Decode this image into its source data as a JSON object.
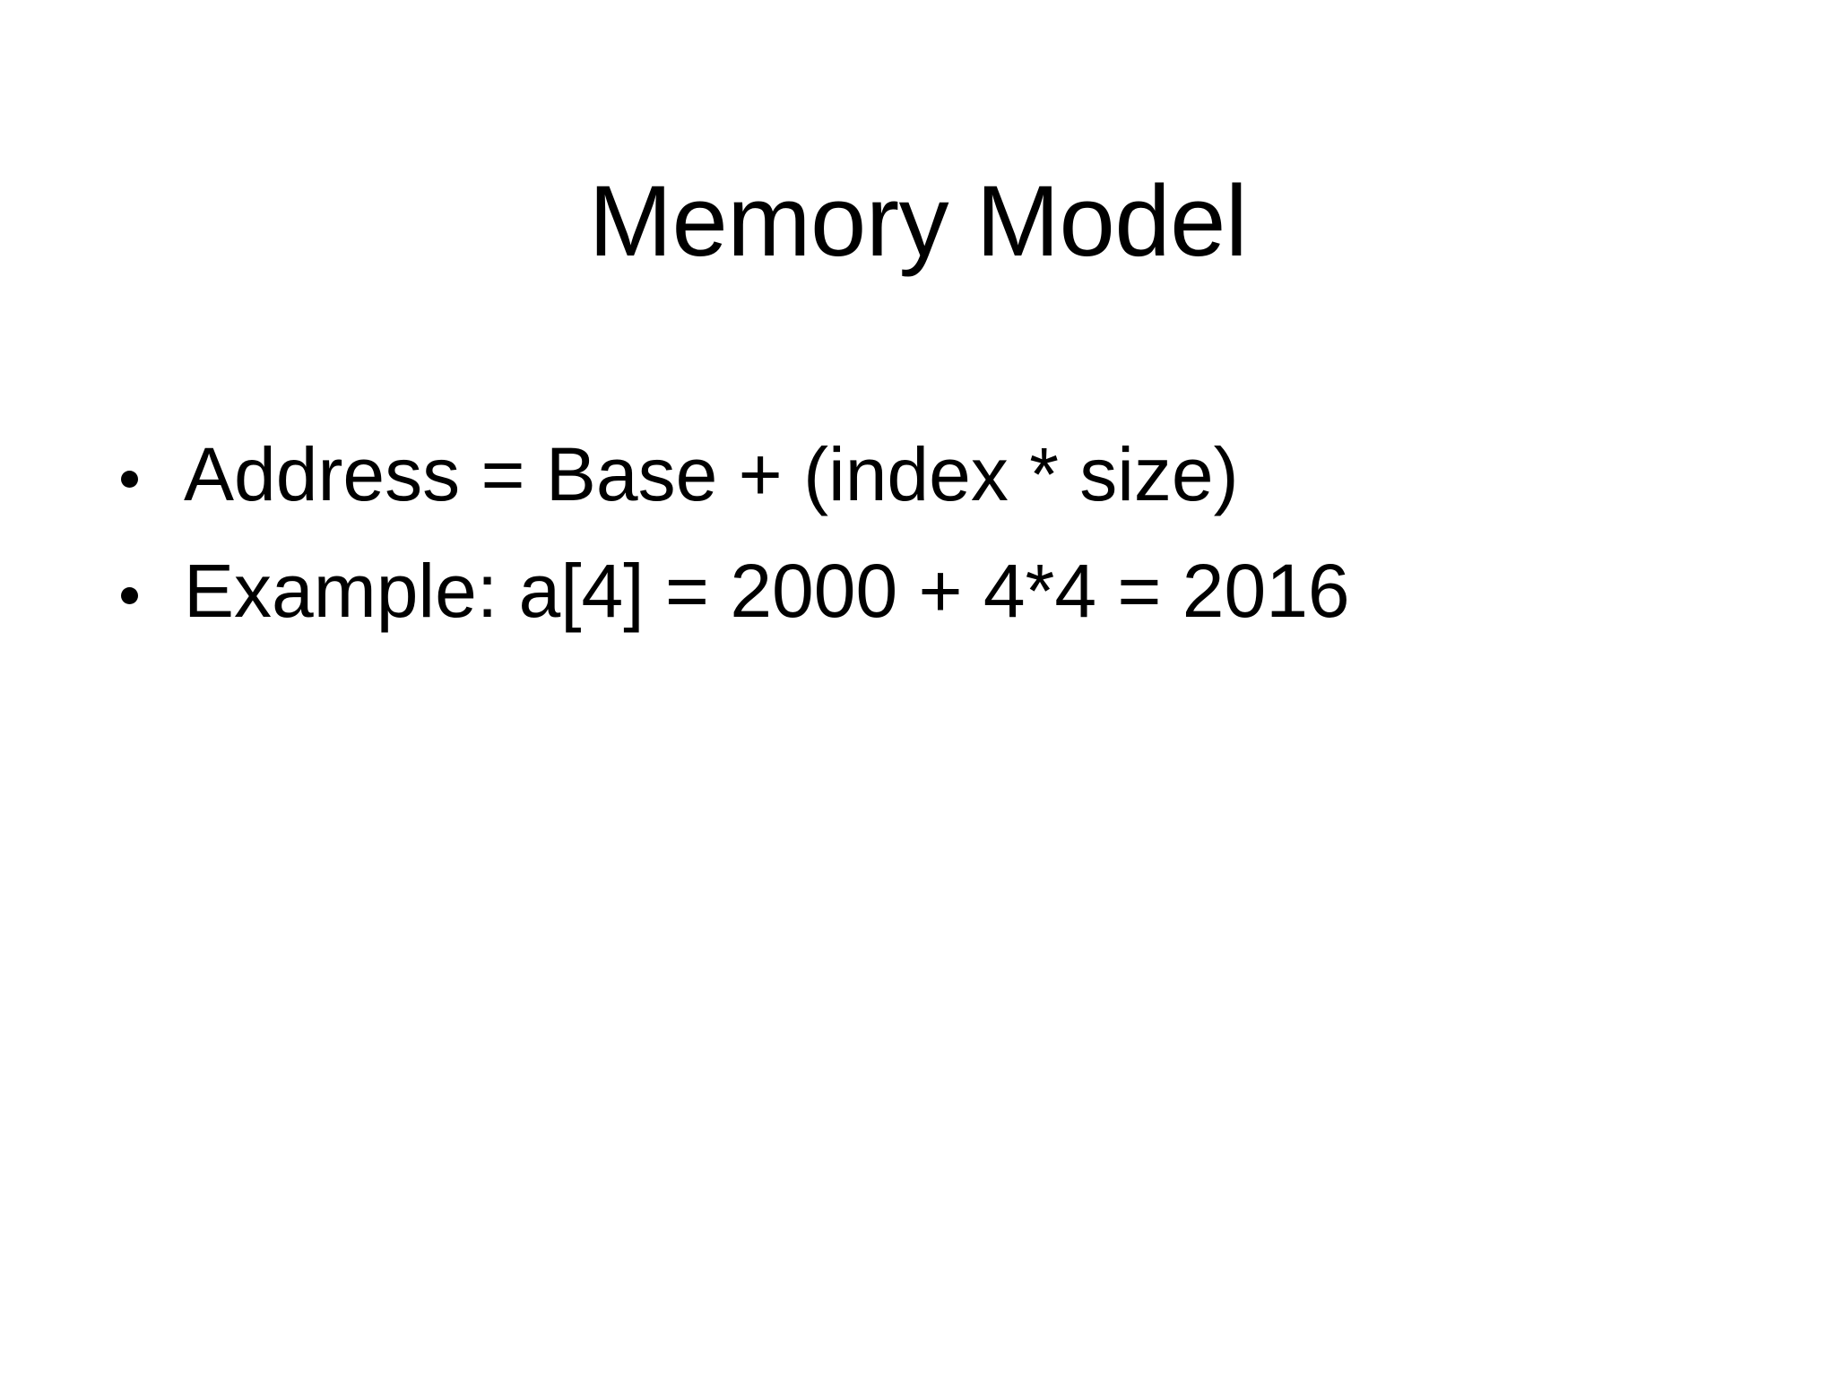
{
  "slide": {
    "background_color": "#ffffff",
    "text_color": "#000000",
    "title": "Memory Model",
    "body": {
      "bullets": [
        {
          "text": "Address = Base + (index * size)",
          "marker": "round-bullet"
        },
        {
          "text": "Example: a[4] = 2000 + 4*4 = 2016",
          "marker": "round-bullet"
        }
      ]
    }
  }
}
